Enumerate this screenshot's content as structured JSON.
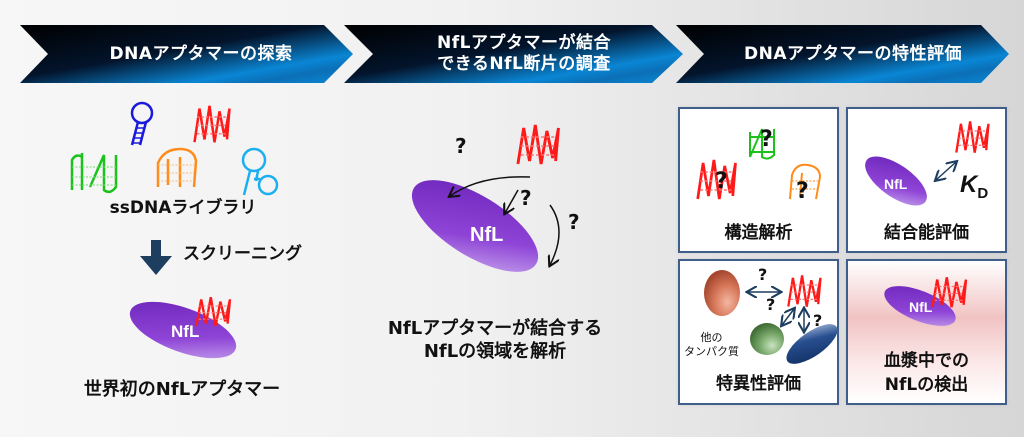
{
  "banners": [
    {
      "label": "DNAアプタマーの探索"
    },
    {
      "label": "NfLアプタマーが結合\nできるNfL断片の調査"
    },
    {
      "label": "DNAアプタマーの特性評価"
    }
  ],
  "colors": {
    "banner_dark": "#02060f",
    "banner_blue": "#0a86d4",
    "nfl_purple": "#7b2fc6",
    "aptamer_red": "#ff1a1a",
    "box_border": "#3f5f8a",
    "arrow_navy": "#1d3e5e"
  },
  "column1": {
    "library_label": "ssDNAライブラリ",
    "screening_label": "スクリーニング",
    "nfl_label": "NfL",
    "result_label": "世界初のNfLアプタマー"
  },
  "column2": {
    "nfl_label": "NfL",
    "question_marks": [
      "?",
      "?",
      "?"
    ],
    "caption": "NfLアプタマーが結合する\nNfLの領域を解析"
  },
  "column3": {
    "boxes": [
      {
        "label": "構造解析",
        "question_marks": [
          "?",
          "?",
          "?"
        ]
      },
      {
        "label": "結合能評価",
        "nfl_label": "NfL",
        "kd_label": "K",
        "kd_sub": "D"
      },
      {
        "label": "特異性評価",
        "other_proteins_label": "他の\nタンパク質",
        "question_marks": [
          "?",
          "?",
          "?"
        ]
      },
      {
        "label": "血漿中での\nNfLの検出",
        "nfl_label": "NfL"
      }
    ]
  }
}
